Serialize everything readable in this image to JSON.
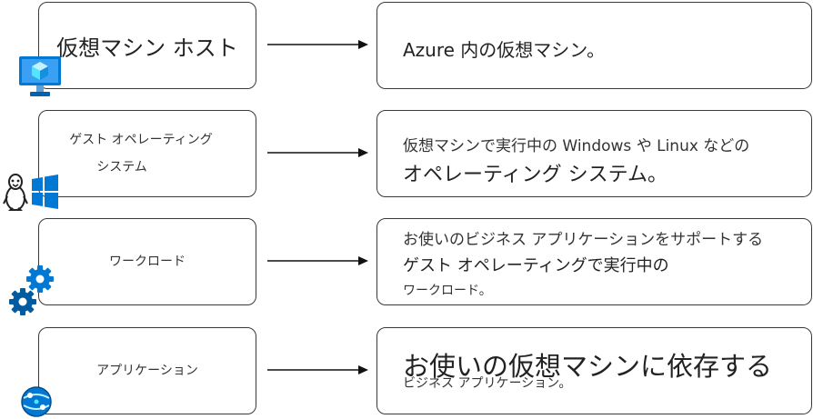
{
  "rows": [
    {
      "left_lines": [
        "仮想マシン ホスト"
      ],
      "right_lines": [
        "Azure 内の仮想マシン。"
      ],
      "icon": "vm-monitor-icon"
    },
    {
      "left_lines": [
        "ゲスト オペレーティング",
        "システム"
      ],
      "right_lines": [
        "仮想マシンで実行中の Windows や Linux などの",
        "オペレーティング システム。"
      ],
      "icon": "linux-windows-icon"
    },
    {
      "left_lines": [
        "ワークロード"
      ],
      "right_lines": [
        "お使いのビジネス アプリケーションをサポートする",
        "ゲスト オペレーティングで実行中の",
        "ワークロード。"
      ],
      "icon": "gears-icon"
    },
    {
      "left_lines": [
        "アプリケーション"
      ],
      "right_lines": [
        "お使いの仮想マシンに依存する",
        "ビジネス アプリケーション。"
      ],
      "icon": "app-service-icon"
    }
  ],
  "colors": {
    "azure_blue": "#0078d4",
    "azure_light": "#50e6ff",
    "border": "#3a3a3a"
  }
}
